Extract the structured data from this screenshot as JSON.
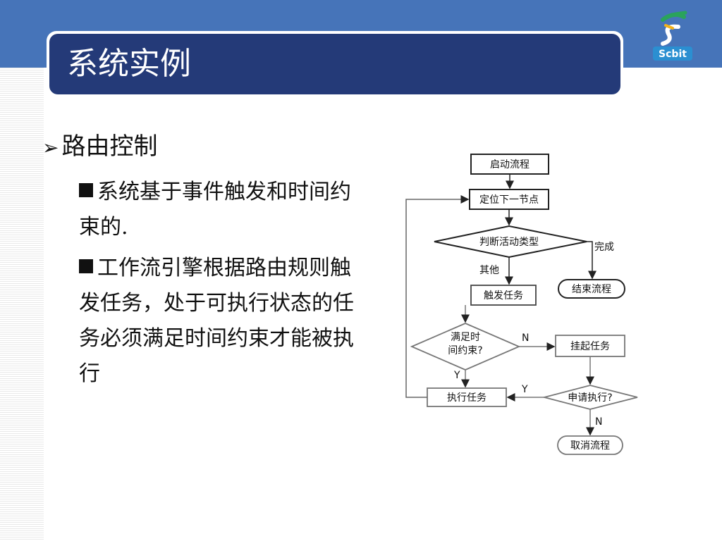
{
  "slide": {
    "title": "系统实例",
    "logo_text": "Scbit"
  },
  "bullets": {
    "heading": "路由控制",
    "items": [
      "系统基于事件触发和时间约束的.",
      "工作流引擎根据路由规则触发任务，处于可执行状态的任务必须满足时间约束才能被执行"
    ]
  },
  "flowchart": {
    "start": "启动流程",
    "locate": "定位下一节点",
    "judge": "判断活动类型",
    "done_label": "完成",
    "other_label": "其他",
    "end": "结束流程",
    "trigger": "触发任务",
    "time_line1": "满足时",
    "time_line2": "间约束?",
    "n1": "N",
    "y1": "Y",
    "suspend": "挂起任务",
    "execute": "执行任务",
    "y2": "Y",
    "apply": "申请执行?",
    "n2": "N",
    "cancel": "取消流程"
  },
  "colors": {
    "top_band": "#4674b9",
    "title_bar": "#243a78",
    "title_text": "#ffffff"
  }
}
